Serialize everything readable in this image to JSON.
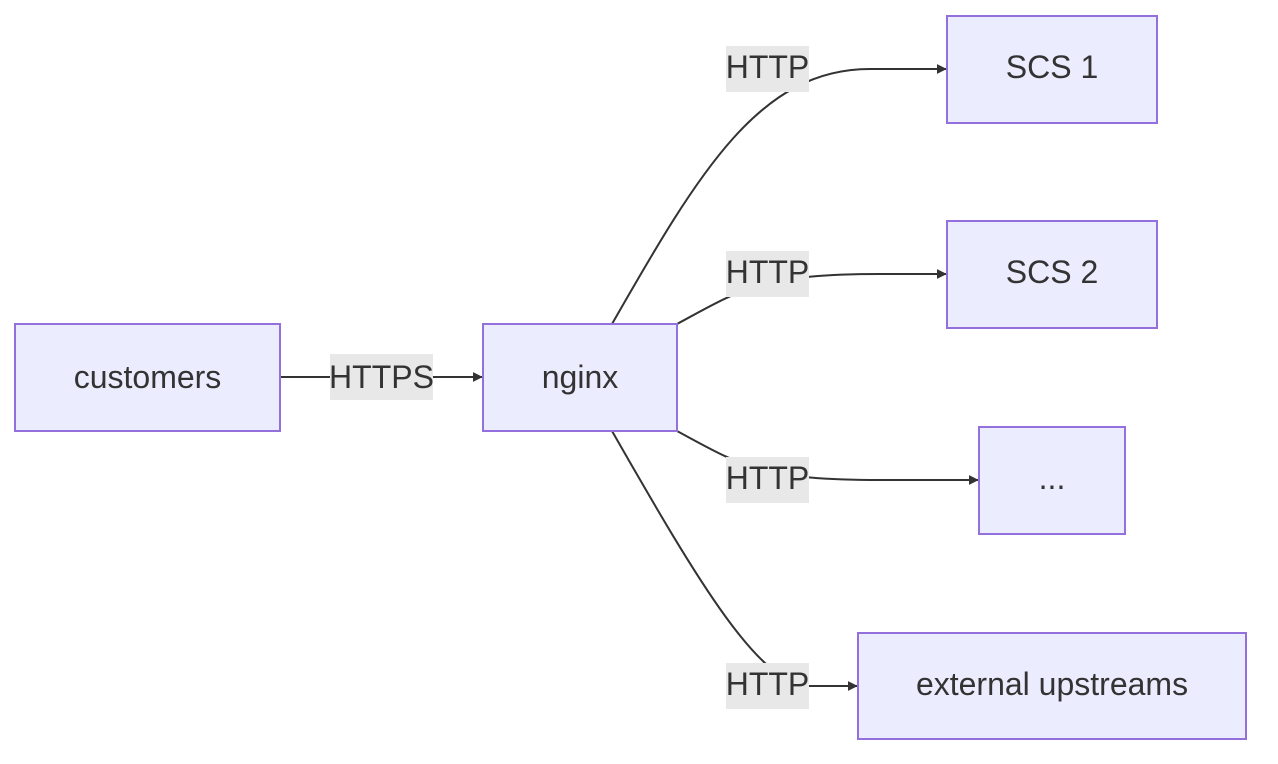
{
  "diagram": {
    "nodes": {
      "customers": {
        "label": "customers"
      },
      "nginx": {
        "label": "nginx"
      },
      "scs1": {
        "label": "SCS 1"
      },
      "scs2": {
        "label": "SCS 2"
      },
      "more": {
        "label": "..."
      },
      "external": {
        "label": "external upstreams"
      }
    },
    "edges": {
      "customers_nginx": {
        "label": "HTTPS"
      },
      "nginx_scs1": {
        "label": "HTTP"
      },
      "nginx_scs2": {
        "label": "HTTP"
      },
      "nginx_more": {
        "label": "HTTP"
      },
      "nginx_external": {
        "label": "HTTP"
      }
    },
    "colors": {
      "node_fill": "#ECECFF",
      "node_stroke": "#9370DB",
      "edge_stroke": "#333333",
      "label_background": "#e8e8e8",
      "text": "#333333"
    }
  }
}
